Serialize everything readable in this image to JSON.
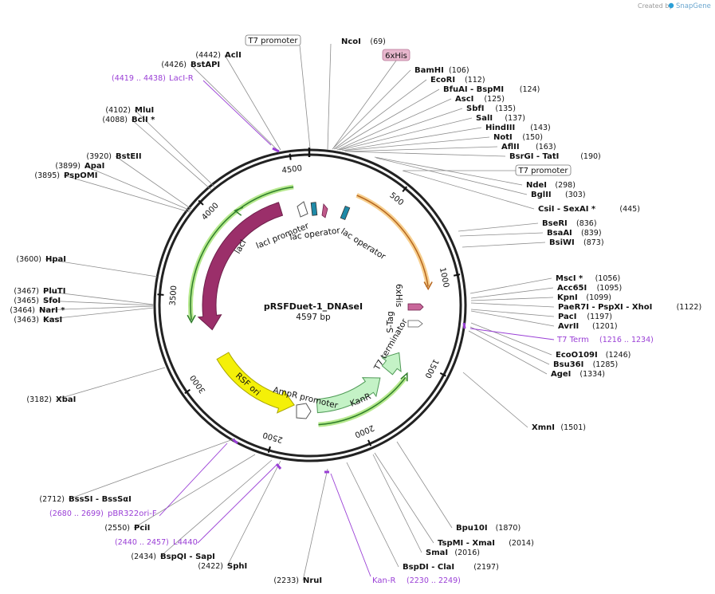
{
  "app": {
    "credit_prefix": "Created by",
    "credit_brand": "SnapGene",
    "brand_color": "#2a9fd8"
  },
  "plasmid": {
    "name": "pRSFDuet-1_DNAseI",
    "length_label": "4597 bp",
    "length": 4597
  },
  "ruler_ticks": [
    "500",
    "1000",
    "1500",
    "2000",
    "2500",
    "3000",
    "3500",
    "4000",
    "4500"
  ],
  "outer_features": [
    {
      "name": "lacI",
      "kind": "green_arc",
      "start_deg": 273,
      "end_deg": 355,
      "dir": "ccw",
      "color": "#7dcf4f"
    },
    {
      "name": "orange_arc",
      "kind": "orange_arc",
      "start_deg": 20,
      "end_deg": 86,
      "dir": "cw",
      "color": "#f2a938"
    },
    {
      "name": "kan_arc",
      "kind": "green_arc",
      "start_deg": 150,
      "end_deg": 128,
      "dir": "ccw",
      "color": "#7dcf4f"
    }
  ],
  "inner_features": [
    {
      "name": "lacI",
      "label": "lacI",
      "color": "#9b2f6a"
    },
    {
      "name": "RSF ori",
      "label": "RSF ori",
      "color": "#f4f008"
    },
    {
      "name": "KanR",
      "label": "KanR",
      "color": "#c4f2c6"
    },
    {
      "name": "T7 terminator",
      "label": "T7 terminator",
      "color": "#c4f2c6"
    }
  ],
  "inner_labels": {
    "laci_promoter": "lacI promoter",
    "lac_operator_1": "lac operator",
    "lac_operator_2": "lac operator",
    "ampr_promoter": "AmpR promoter",
    "his_tag": "6xHis",
    "s_tag": "S-Tag"
  },
  "top_tags": {
    "t7_promoter_top": "T7 promoter",
    "his_tag": "6xHis",
    "t7_promoter_right": "T7 promoter"
  },
  "sites_right": [
    {
      "name": "NcoI",
      "pos": "(69)"
    },
    {
      "name": "BamHI",
      "pos": "(106)"
    },
    {
      "name": "EcoRI",
      "pos": "(112)"
    },
    {
      "name": "BfuAI - BspMI",
      "pos": "(124)"
    },
    {
      "name": "AscI",
      "pos": "(125)"
    },
    {
      "name": "SbfI",
      "pos": "(135)"
    },
    {
      "name": "SalI",
      "pos": "(137)"
    },
    {
      "name": "HindIII",
      "pos": "(143)"
    },
    {
      "name": "NotI",
      "pos": "(150)"
    },
    {
      "name": "AflII",
      "pos": "(163)"
    },
    {
      "name": "BsrGI - TatI",
      "pos": "(190)"
    },
    {
      "name": "NdeI",
      "pos": "(298)"
    },
    {
      "name": "BglII",
      "pos": "(303)"
    },
    {
      "name": "CsiI - SexAI *",
      "pos": "(445)"
    },
    {
      "name": "BseRI",
      "pos": "(836)"
    },
    {
      "name": "BsaAI",
      "pos": "(839)"
    },
    {
      "name": "BsiWI",
      "pos": "(873)"
    },
    {
      "name": "MscI *",
      "pos": "(1056)"
    },
    {
      "name": "Acc65I",
      "pos": "(1095)"
    },
    {
      "name": "KpnI",
      "pos": "(1099)"
    },
    {
      "name": "PaeR7I - PspXI - XhoI",
      "pos": "(1122)"
    },
    {
      "name": "PacI",
      "pos": "(1197)"
    },
    {
      "name": "AvrII",
      "pos": "(1201)"
    },
    {
      "name": "EcoO109I",
      "pos": "(1246)"
    },
    {
      "name": "Bsu36I",
      "pos": "(1285)"
    },
    {
      "name": "AgeI",
      "pos": "(1334)"
    },
    {
      "name": "XmnI",
      "pos": "(1501)"
    },
    {
      "name": "Bpu10I",
      "pos": "(1870)"
    },
    {
      "name": "TspMI - XmaI",
      "pos": "(2014)"
    },
    {
      "name": "SmaI",
      "pos": "(2016)"
    },
    {
      "name": "BspDI - ClaI",
      "pos": "(2197)"
    }
  ],
  "sites_left": [
    {
      "name": "AclI",
      "pos": "(4442)"
    },
    {
      "name": "BstAPI",
      "pos": "(4426)"
    },
    {
      "name": "MluI",
      "pos": "(4102)"
    },
    {
      "name": "BclI *",
      "pos": "(4088)"
    },
    {
      "name": "BstEII",
      "pos": "(3920)"
    },
    {
      "name": "ApaI",
      "pos": "(3899)"
    },
    {
      "name": "PspOMI",
      "pos": "(3895)"
    },
    {
      "name": "HpaI",
      "pos": "(3600)"
    },
    {
      "name": "PluTI",
      "pos": "(3467)"
    },
    {
      "name": "SfoI",
      "pos": "(3465)"
    },
    {
      "name": "NarI *",
      "pos": "(3464)"
    },
    {
      "name": "KasI",
      "pos": "(3463)"
    },
    {
      "name": "XbaI",
      "pos": "(3182)"
    },
    {
      "name": "BssSI - BssSαI",
      "pos": "(2712)"
    },
    {
      "name": "PciI",
      "pos": "(2550)"
    },
    {
      "name": "BspQI - SapI",
      "pos": "(2434)"
    },
    {
      "name": "SphI",
      "pos": "(2422)"
    },
    {
      "name": "NruI",
      "pos": "(2233)"
    }
  ],
  "primers": [
    {
      "name": "LacI-R",
      "range": "(4419 .. 4438)"
    },
    {
      "name": "T7 Term",
      "range": "(1216 .. 1234)"
    },
    {
      "name": "pBR322ori-F",
      "range": "(2680 .. 2699)"
    },
    {
      "name": "L4440",
      "range": "(2440 .. 2457)"
    },
    {
      "name": "Kan-R",
      "range": "(2230 .. 2249)"
    }
  ]
}
